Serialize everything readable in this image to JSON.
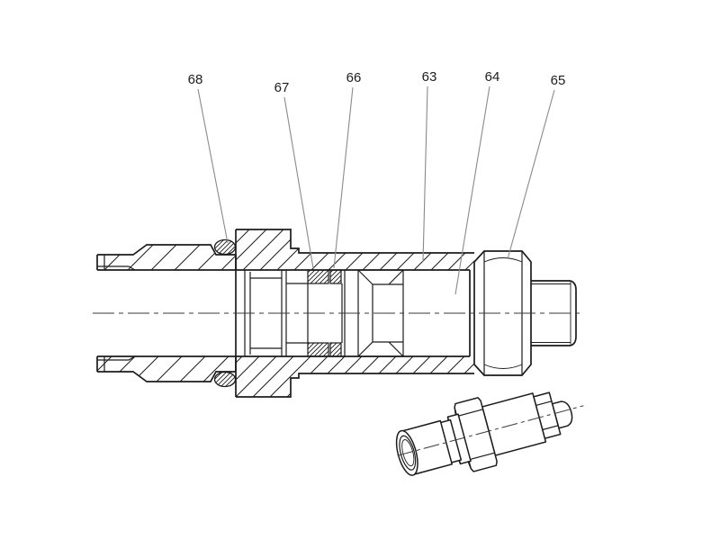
{
  "drawing": {
    "background": "#ffffff",
    "line_color": "#1c1c1c",
    "leader_line_color": "#8a8a8a",
    "label_color": "#1c1c1c"
  },
  "callouts": [
    {
      "label": "68"
    },
    {
      "label": "67"
    },
    {
      "label": "66"
    },
    {
      "label": "63"
    },
    {
      "label": "64"
    },
    {
      "label": "65"
    }
  ]
}
